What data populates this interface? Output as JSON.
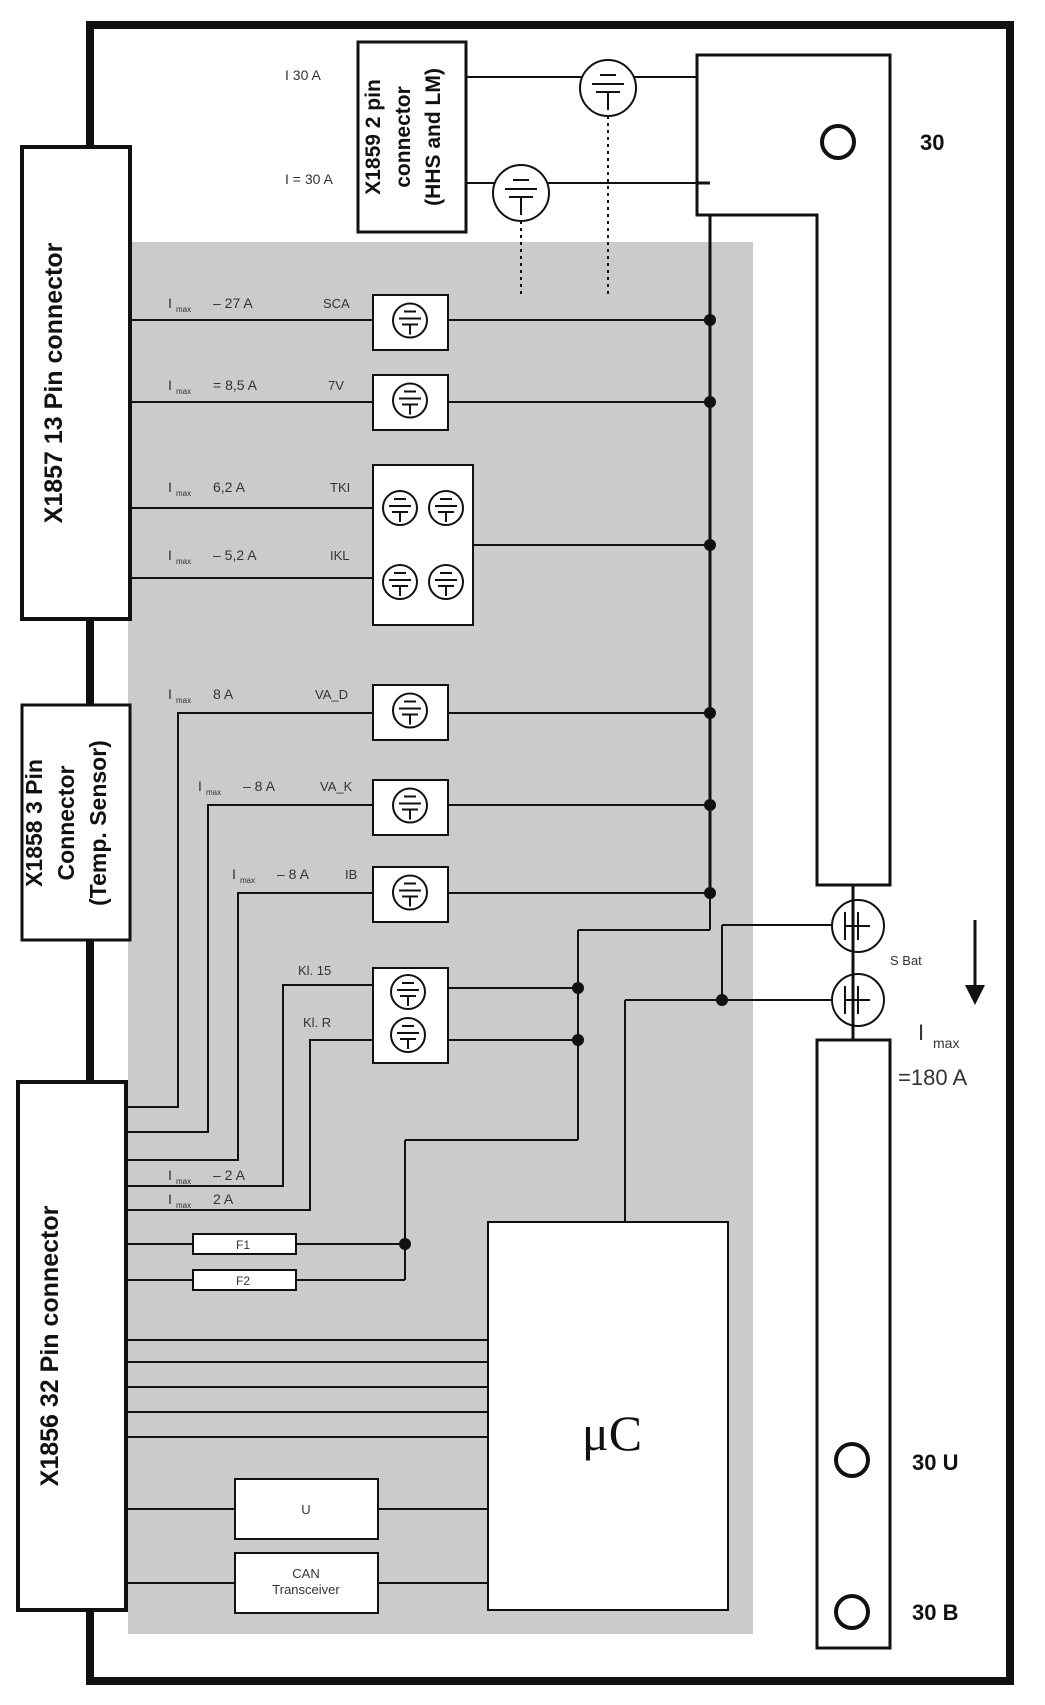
{
  "connectors": {
    "x1857": "X1857 13 Pin connector",
    "x1858_l1": "X1858  3 Pin",
    "x1858_l2": "Connector",
    "x1858_l3": "(Temp. Sensor)",
    "x1856": "X1856 32 Pin connector",
    "x1859_l1": "X1859 2 pin",
    "x1859_l2": "connector",
    "x1859_l3": "(HHS and LM)"
  },
  "x1859_currents": {
    "top": "I   30 A",
    "bottom": "I = 30 A"
  },
  "channels": [
    {
      "imax": "27 A",
      "imax_prefix": "–",
      "name": "SCA"
    },
    {
      "imax": "8,5 A",
      "imax_prefix": "=",
      "name": "7V"
    },
    {
      "imax": "6,2 A",
      "imax_prefix": "",
      "name": "TKI"
    },
    {
      "imax": "5,2 A",
      "imax_prefix": "–",
      "name": "IKL"
    },
    {
      "imax": "8 A",
      "imax_prefix": "",
      "name": "VA_D"
    },
    {
      "imax": "8 A",
      "imax_prefix": "–",
      "name": "VA_K"
    },
    {
      "imax": "8 A",
      "imax_prefix": "–",
      "name": "IB"
    }
  ],
  "kl_labels": {
    "kl15": "Kl. 15",
    "klr": "Kl. R"
  },
  "low_channels": [
    {
      "imax": "2 A",
      "imax_prefix": "–"
    },
    {
      "imax": "2 A",
      "imax_prefix": ""
    }
  ],
  "imax_text": "I",
  "imax_sub": "max",
  "fuses": {
    "f1": "F1",
    "f2": "F2"
  },
  "blocks": {
    "u": "U",
    "can_l1": "CAN",
    "can_l2": "Transceiver",
    "uc": "μC"
  },
  "terminals": {
    "t30": "30",
    "t30u": "30  U",
    "t30b": "30 B"
  },
  "sbat": "S Bat",
  "main_imax": {
    "i": "I",
    "sub": "max",
    "value": "=180 A"
  },
  "colors": {
    "shade": "#c9c9c9",
    "line": "#1a1a1a",
    "frame": "#111111"
  }
}
